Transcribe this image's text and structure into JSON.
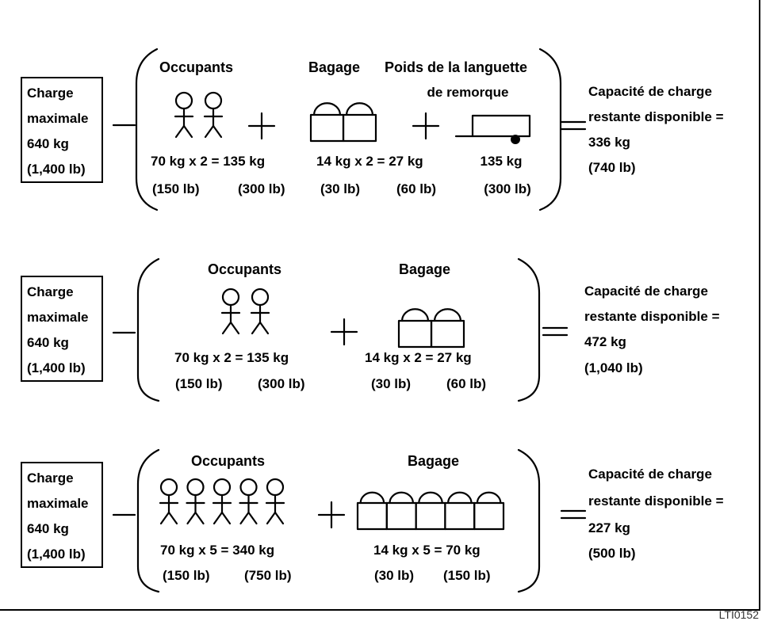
{
  "rows": [
    {
      "max": {
        "l1": "Charge",
        "l2": "maximale",
        "l3": "640 kg",
        "l4": "(1,400 lb)"
      },
      "occ": {
        "title": "Occupants",
        "eq": "70 kg x 2 = 135 kg",
        "lb1": "(150 lb)",
        "lb2": "(300 lb)",
        "count": 2
      },
      "bag": {
        "title": "Bagage",
        "eq": "14 kg x 2 = 27 kg",
        "lb1": "(30 lb)",
        "lb2": "(60 lb)",
        "count": 2
      },
      "tongue": {
        "title1": "Poids de la languette",
        "title2": "de remorque",
        "kg": "135 kg",
        "lb": "(300 lb)"
      },
      "result": {
        "l1": "Capacité de charge",
        "l2": "restante disponible =",
        "l3": "336 kg",
        "l4": "(740 lb)"
      }
    },
    {
      "max": {
        "l1": "Charge",
        "l2": "maximale",
        "l3": "640 kg",
        "l4": "(1,400 lb)"
      },
      "occ": {
        "title": "Occupants",
        "eq": "70 kg x 2 = 135 kg",
        "lb1": "(150 lb)",
        "lb2": "(300 lb)",
        "count": 2
      },
      "bag": {
        "title": "Bagage",
        "eq": "14 kg x 2 = 27 kg",
        "lb1": "(30 lb)",
        "lb2": "(60 lb)",
        "count": 2
      },
      "result": {
        "l1": "Capacité de charge",
        "l2": "restante disponible =",
        "l3": "472 kg",
        "l4": "(1,040 lb)"
      }
    },
    {
      "max": {
        "l1": "Charge",
        "l2": "maximale",
        "l3": "640 kg",
        "l4": "(1,400 lb)"
      },
      "occ": {
        "title": "Occupants",
        "eq": "70 kg x 5 = 340 kg",
        "lb1": "(150 lb)",
        "lb2": "(750 lb)",
        "count": 5
      },
      "bag": {
        "title": "Bagage",
        "eq": "14 kg x 5 = 70 kg",
        "lb1": "(30 lb)",
        "lb2": "(150 lb)",
        "count": 5
      },
      "result": {
        "l1": "Capacité de charge",
        "l2": "restante disponible =",
        "l3": "227 kg",
        "l4": "(500 lb)"
      }
    }
  ],
  "figure_code": "LTI0152"
}
